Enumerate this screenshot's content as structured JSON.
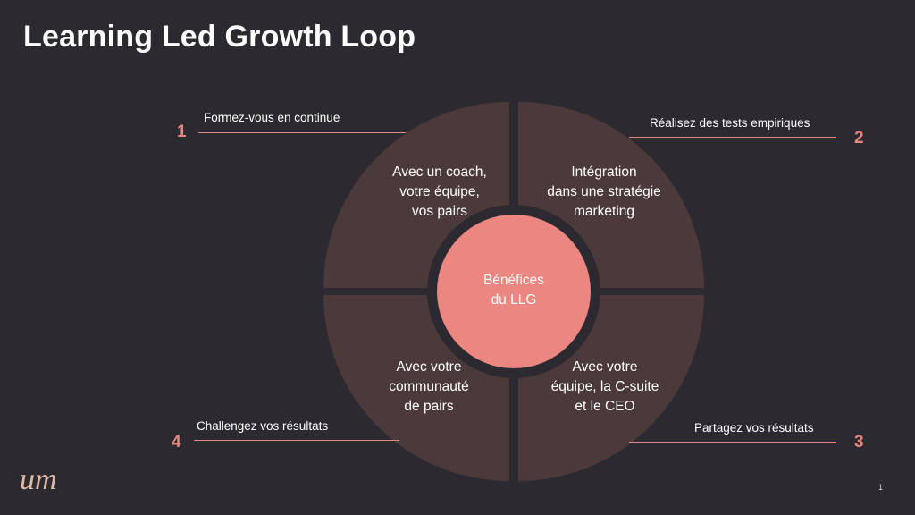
{
  "title": "Learning Led Growth Loop",
  "center": {
    "text": "Bénéfices\ndu LLG"
  },
  "quadrants": [
    {
      "position": "top-left",
      "text": "Avec un coach,\nvotre équipe,\nvos pairs"
    },
    {
      "position": "top-right",
      "text": "Intégration\ndans une stratégie\nmarketing"
    },
    {
      "position": "bottom-right",
      "text": "Avec votre\néquipe, la C-suite\net le CEO"
    },
    {
      "position": "bottom-left",
      "text": "Avec votre\ncommunauté\nde pairs"
    }
  ],
  "steps": [
    {
      "number": "1",
      "label": "Formez-vous en continue"
    },
    {
      "number": "2",
      "label": "Réalisez des tests empiriques"
    },
    {
      "number": "3",
      "label": "Partagez vos résultats"
    },
    {
      "number": "4",
      "label": "Challengez vos résultats"
    }
  ],
  "logo": {
    "text": "um"
  },
  "page_number": "1",
  "colors": {
    "background": "#2c2a30",
    "quadrant": "#4c3a3b",
    "center": "#ec8680",
    "accent": "#e8867e"
  }
}
